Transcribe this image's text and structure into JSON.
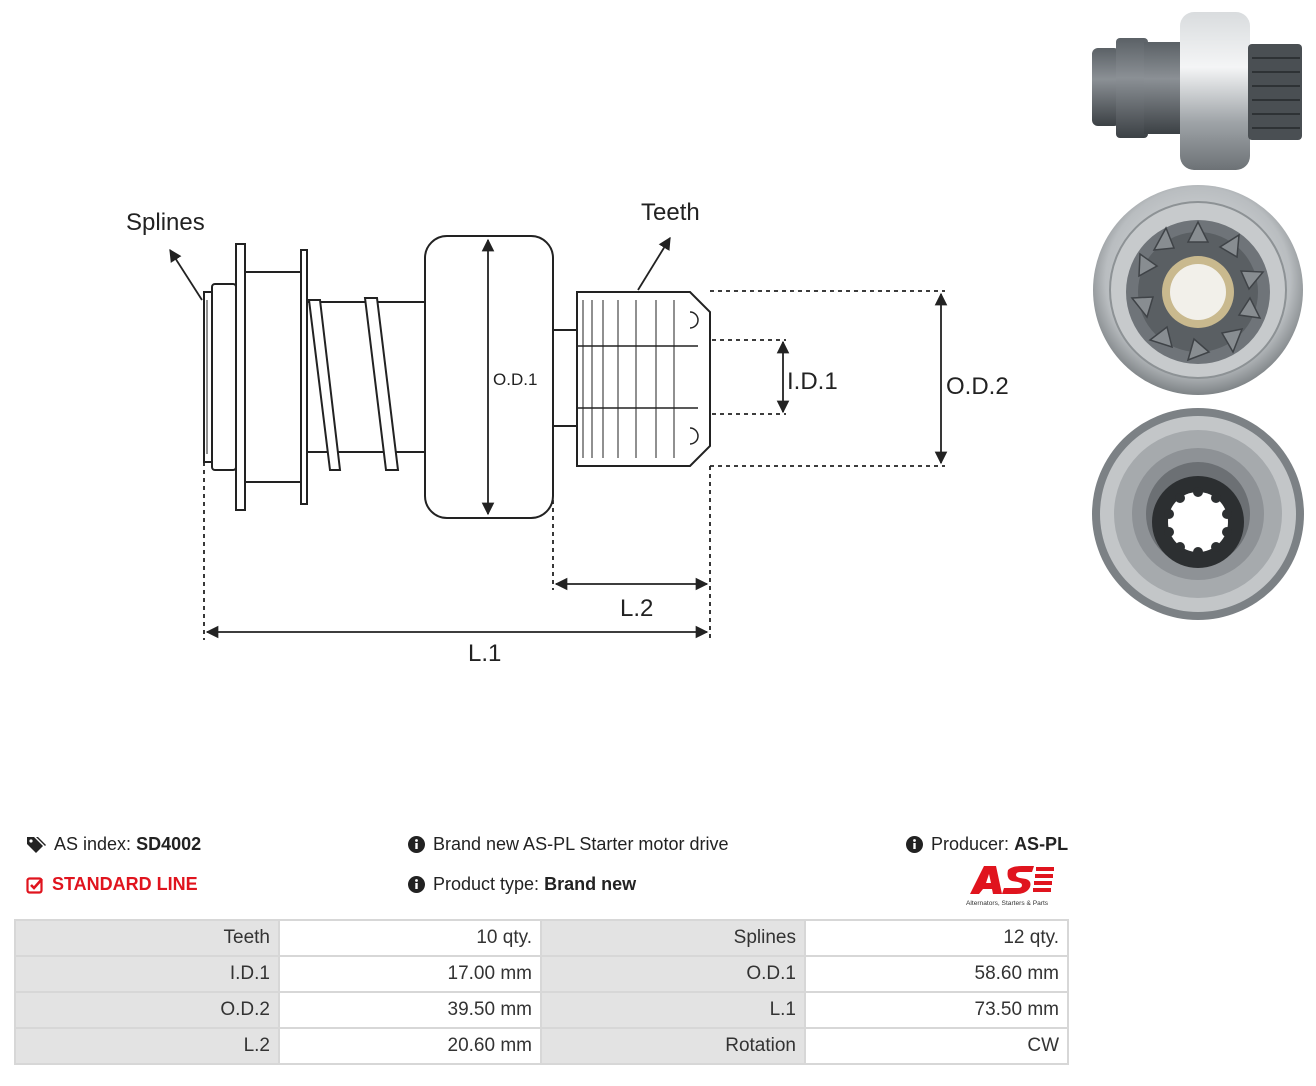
{
  "diagram": {
    "labels": {
      "splines": "Splines",
      "teeth": "Teeth",
      "od1": "O.D.1",
      "id1": "I.D.1",
      "od2": "O.D.2",
      "l1": "L.1",
      "l2": "L.2"
    }
  },
  "photos": [
    {
      "name": "side-view-photo"
    },
    {
      "name": "front-view-photo"
    },
    {
      "name": "rear-view-photo"
    }
  ],
  "header": {
    "as_index_label": "AS index:",
    "as_index_value": "SD4002",
    "line": "STANDARD LINE",
    "description": "Brand new AS-PL Starter motor drive",
    "product_type_label": "Product type:",
    "product_type_value": "Brand new",
    "producer_label": "Producer:",
    "producer_value": "AS-PL",
    "logo_tagline": "Alternators, Starters & Parts",
    "accent_color": "#e0141e",
    "icons": {
      "tag": "tags-icon",
      "check": "check-square-icon",
      "info": "info-circle-icon"
    }
  },
  "specs": [
    {
      "label1": "Teeth",
      "value1": "10 qty.",
      "label2": "Splines",
      "value2": "12 qty."
    },
    {
      "label1": "I.D.1",
      "value1": "17.00 mm",
      "label2": "O.D.1",
      "value2": "58.60 mm"
    },
    {
      "label1": "O.D.2",
      "value1": "39.50 mm",
      "label2": "L.1",
      "value2": "73.50 mm"
    },
    {
      "label1": "L.2",
      "value1": "20.60 mm",
      "label2": "Rotation",
      "value2": "CW"
    }
  ]
}
